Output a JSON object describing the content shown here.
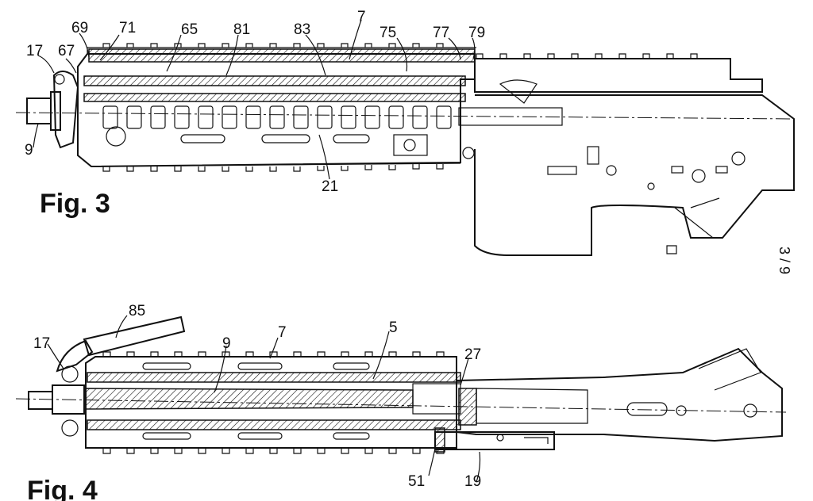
{
  "figures": {
    "fig3": {
      "title": "Fig. 3",
      "reference_numerals": [
        "17",
        "67",
        "69",
        "71",
        "65",
        "81",
        "83",
        "7",
        "75",
        "77",
        "79",
        "9",
        "21"
      ]
    },
    "fig4": {
      "title": "Fig. 4",
      "reference_numerals": [
        "85",
        "17",
        "9",
        "7",
        "5",
        "27",
        "51",
        "19"
      ]
    }
  },
  "sheet_number": "3 / 9"
}
